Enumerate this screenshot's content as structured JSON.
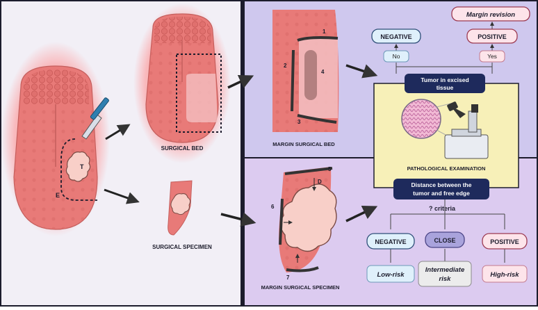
{
  "labels": {
    "surgical_bed": "SURGICAL BED",
    "surgical_specimen": "SURGICAL SPECIMEN",
    "margin_surgical_bed": "MARGIN SURGICAL BED",
    "margin_surgical_specimen": "MARGIN  SURGICAL SPECIMEN",
    "pathological_examination": "PATHOLOGICAL EXAMINATION",
    "tumor_marker": "T",
    "edge_marker": "E",
    "distance_marker": "D"
  },
  "margin_numbers": [
    "1",
    "2",
    "3",
    "4",
    "5",
    "6",
    "7"
  ],
  "flow_top": {
    "tumor_question": [
      "Tumor in excised",
      "tissue"
    ],
    "no": "No",
    "yes": "Yes",
    "negative": "NEGATIVE",
    "positive": "POSITIVE",
    "margin_revision": "Margin revision"
  },
  "flow_bottom": {
    "distance_question": [
      "Distance between the",
      "tumor and free edge"
    ],
    "criteria": "? criteria",
    "negative": "NEGATIVE",
    "close": "CLOSE",
    "positive": "POSITIVE",
    "low_risk": "Low-risk",
    "intermediate_risk": [
      "Intermediate",
      "risk"
    ],
    "high_risk": "High-risk"
  },
  "colors": {
    "left_panel_bg": "#f2eff6",
    "top_right_bg": "#cfc8ee",
    "bottom_right_bg": "#dcccf0",
    "tongue": "#e87a78",
    "navy_box": "#1e2a5c",
    "yellow_box": "#f7f0b8",
    "blue_box": "#dff0fb",
    "pink_box": "#fde4ea",
    "purple_box": "#a9a3dc",
    "border_dark": "#1c1c2c"
  }
}
